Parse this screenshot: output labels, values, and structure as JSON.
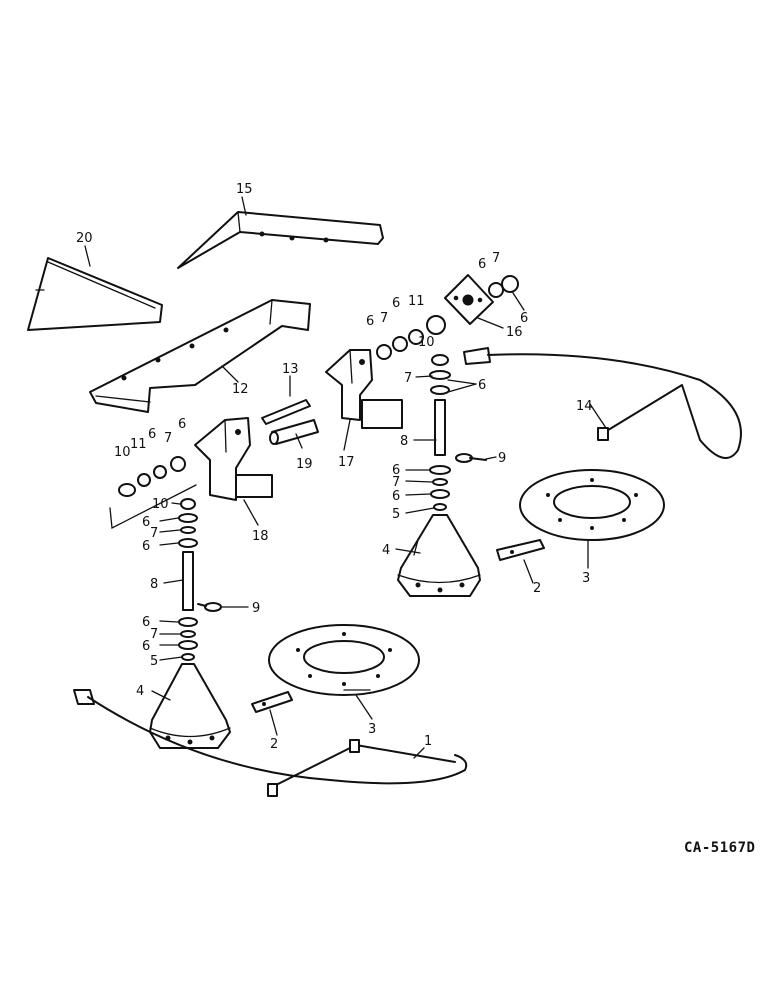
{
  "callouts": {
    "c1": "1",
    "c2a": "2",
    "c2b": "2",
    "c3a": "3",
    "c3b": "3",
    "c4a": "4",
    "c4b": "4",
    "c5a": "5",
    "c5b": "5",
    "c6a": "6",
    "c6b": "6",
    "c6c": "6",
    "c6d": "6",
    "c6e": "6",
    "c6f": "6",
    "c6g": "6",
    "c6h": "6",
    "c6i": "6",
    "c6j": "6",
    "c6k": "6",
    "c6l": "6",
    "c6m": "6",
    "c7a": "7",
    "c7b": "7",
    "c7c": "7",
    "c7d": "7",
    "c7e": "7",
    "c7f": "7",
    "c7g": "7",
    "c8a": "8",
    "c8b": "8",
    "c9a": "9",
    "c9b": "9",
    "c10a": "10",
    "c10b": "10",
    "c10c": "10",
    "c11a": "11",
    "c11b": "11",
    "c12": "12",
    "c13": "13",
    "c14": "14",
    "c15": "15",
    "c16": "16",
    "c17": "17",
    "c18": "18",
    "c19": "19",
    "c20": "20"
  },
  "drawing_number": "CA-5167D"
}
